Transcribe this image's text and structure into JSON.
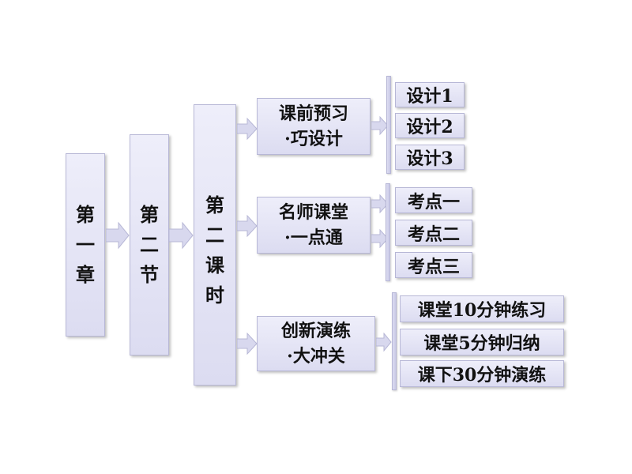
{
  "chapter": {
    "lines": [
      "第",
      "一",
      "章"
    ]
  },
  "section": {
    "lines": [
      "第",
      "二",
      "节"
    ]
  },
  "lesson": {
    "lines": [
      "第",
      "二",
      "课",
      "时"
    ]
  },
  "groups": [
    {
      "lines": [
        "课前预习",
        "·巧设计"
      ],
      "items": [
        "设计1",
        "设计2",
        "设计3"
      ]
    },
    {
      "lines": [
        "名师课堂",
        "·一点通"
      ],
      "items": [
        "考点一",
        "考点二",
        "考点三"
      ]
    },
    {
      "lines": [
        "创新演练",
        "·大冲关"
      ],
      "items": [
        "课堂10分钟练习",
        "课堂5分钟归纳",
        "课下30分钟演练"
      ]
    }
  ],
  "colors": {
    "box_fill": "#e6e6f6",
    "box_border": "#b7b7d6",
    "arrow": "#d8d8ee"
  }
}
